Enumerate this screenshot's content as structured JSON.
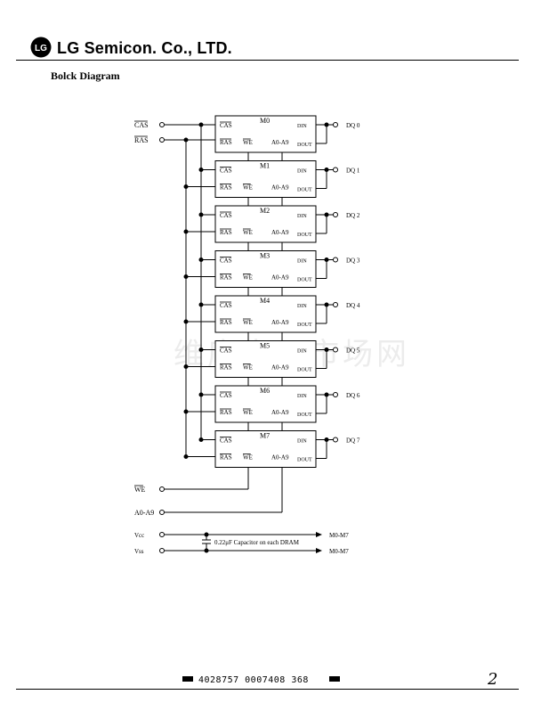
{
  "header": {
    "logo_text": "LG",
    "company": "LG Semicon. Co., LTD."
  },
  "section_title": "Bolck Diagram",
  "diagram": {
    "inputs": {
      "cas": "CAS",
      "ras": "RAS",
      "we": "WE",
      "addr": "A0-A9",
      "vcc": "Vcc",
      "vss": "Vss"
    },
    "module_pins": {
      "cas": "CAS",
      "ras": "RAS",
      "we": "WE",
      "addr": "A0-A9",
      "din": "DIN",
      "dout": "DOUT"
    },
    "modules": [
      {
        "name": "M0",
        "dq": "DQ 0"
      },
      {
        "name": "M1",
        "dq": "DQ 1"
      },
      {
        "name": "M2",
        "dq": "DQ 2"
      },
      {
        "name": "M3",
        "dq": "DQ 3"
      },
      {
        "name": "M4",
        "dq": "DQ 4"
      },
      {
        "name": "M5",
        "dq": "DQ 5"
      },
      {
        "name": "M6",
        "dq": "DQ 6"
      },
      {
        "name": "M7",
        "dq": "DQ 7"
      }
    ],
    "power": {
      "capacitor_label": "0.22μF Capacitor on each DRAM",
      "vcc_target": "M0-M7",
      "vss_target": "M0-M7"
    }
  },
  "watermark": "维库电子市场网",
  "footer": {
    "code": "4028757 0007408 368",
    "page_number": "2"
  }
}
